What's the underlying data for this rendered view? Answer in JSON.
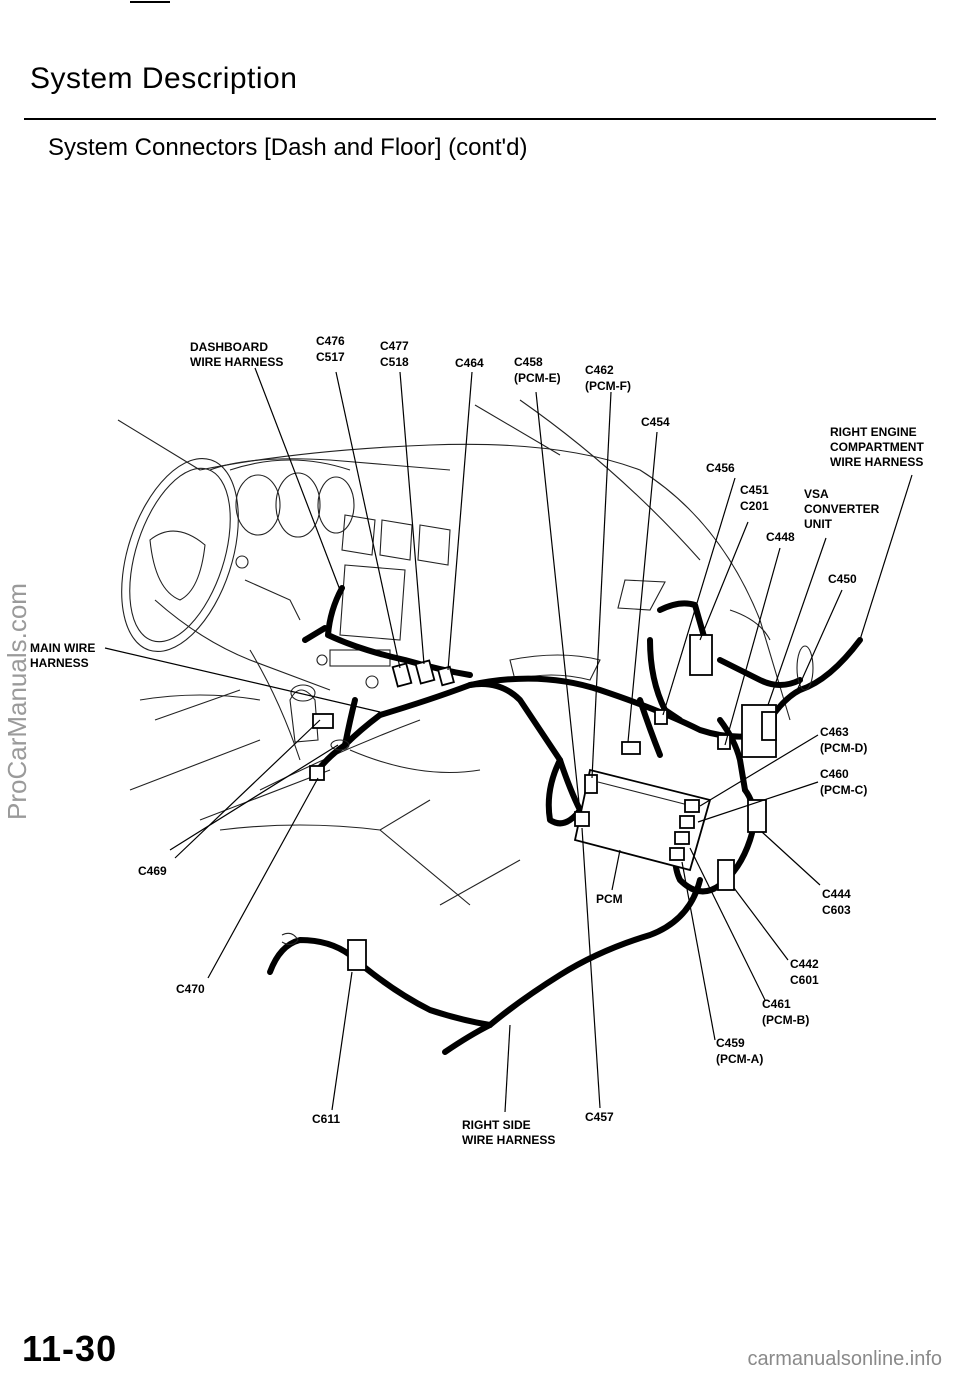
{
  "header": {
    "title": "System Description",
    "subtitle": "System Connectors [Dash and Floor] (cont'd)"
  },
  "footer": {
    "page_number": "11-30",
    "watermark_side": "ProCarManuals.com",
    "watermark_bottom": "carmanualsonline.info"
  },
  "labels": [
    {
      "id": "dashboard-harness",
      "lines": [
        "DASHBOARD",
        "WIRE HARNESS"
      ]
    },
    {
      "id": "c476",
      "lines": [
        "C476",
        "C517"
      ]
    },
    {
      "id": "c477",
      "lines": [
        "C477",
        "C518"
      ]
    },
    {
      "id": "c464",
      "lines": [
        "C464"
      ]
    },
    {
      "id": "c458",
      "lines": [
        "C458",
        "(PCM-E)"
      ]
    },
    {
      "id": "c462",
      "lines": [
        "C462",
        "(PCM-F)"
      ]
    },
    {
      "id": "c454",
      "lines": [
        "C454"
      ]
    },
    {
      "id": "c456",
      "lines": [
        "C456"
      ]
    },
    {
      "id": "right-engine-harness",
      "lines": [
        "RIGHT ENGINE",
        "COMPARTMENT",
        "WIRE HARNESS"
      ]
    },
    {
      "id": "c451",
      "lines": [
        "C451",
        "C201"
      ]
    },
    {
      "id": "vsa",
      "lines": [
        "VSA",
        "CONVERTER",
        "UNIT"
      ]
    },
    {
      "id": "c448",
      "lines": [
        "C448"
      ]
    },
    {
      "id": "c450",
      "lines": [
        "C450"
      ]
    },
    {
      "id": "main-harness",
      "lines": [
        "MAIN WIRE",
        "HARNESS"
      ]
    },
    {
      "id": "c463",
      "lines": [
        "C463",
        "(PCM-D)"
      ]
    },
    {
      "id": "c460",
      "lines": [
        "C460",
        "(PCM-C)"
      ]
    },
    {
      "id": "c469",
      "lines": [
        "C469"
      ]
    },
    {
      "id": "pcm",
      "lines": [
        "PCM"
      ]
    },
    {
      "id": "c444",
      "lines": [
        "C444",
        "C603"
      ]
    },
    {
      "id": "c442",
      "lines": [
        "C442",
        "C601"
      ]
    },
    {
      "id": "c470",
      "lines": [
        "C470"
      ]
    },
    {
      "id": "c461",
      "lines": [
        "C461",
        "(PCM-B)"
      ]
    },
    {
      "id": "c459",
      "lines": [
        "C459",
        "(PCM-A)"
      ]
    },
    {
      "id": "c611",
      "lines": [
        "C611"
      ]
    },
    {
      "id": "right-side-harness",
      "lines": [
        "RIGHT SIDE",
        "WIRE HARNESS"
      ]
    },
    {
      "id": "c457",
      "lines": [
        "C457"
      ]
    }
  ]
}
